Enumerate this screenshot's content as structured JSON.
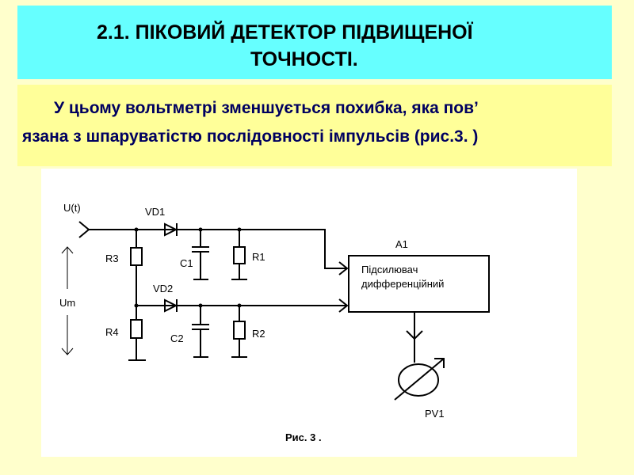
{
  "title": {
    "line1": "2.1. ПІКОВИЙ ДЕТЕКТОР ПІДВИЩЕНОЇ",
    "line2": "ТОЧНОСТІ."
  },
  "intro": {
    "line1": "У цьому вольтметрі зменшується похибка, яка пов’",
    "line2": "язана з шпаруватістю послідовності імпульсів (рис.3. )"
  },
  "diagram": {
    "input": "U(t)",
    "amplitude": "Um",
    "diodes": [
      "VD1",
      "VD2"
    ],
    "resistors": [
      "R1",
      "R2",
      "R3",
      "R4"
    ],
    "capacitors": [
      "C1",
      "C2"
    ],
    "amplifier": {
      "ref": "A1",
      "line1": "Підсилювач",
      "line2": "дифференційний"
    },
    "meter": "PV1",
    "caption": "Рис. 3 ."
  }
}
